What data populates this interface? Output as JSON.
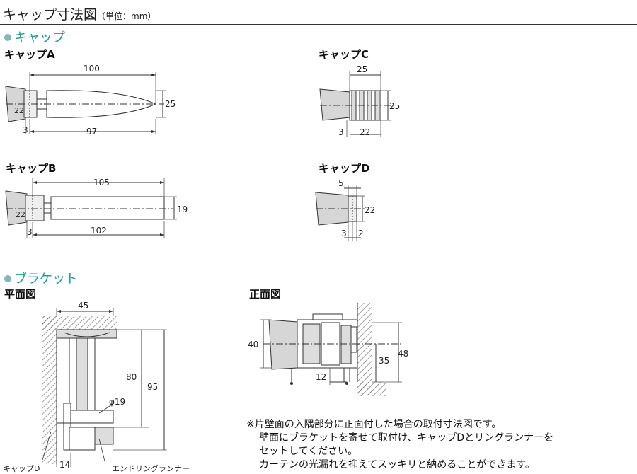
{
  "title": "キャップ寸法図",
  "title_unit": "（単位：mm）",
  "sections": {
    "cap": "キャップ",
    "bracket": "ブラケット"
  },
  "caps": {
    "a": {
      "label": "キャップA",
      "dims": {
        "total": "100",
        "height": "25",
        "collar": "22",
        "gap": "3",
        "length": "97"
      }
    },
    "b": {
      "label": "キャップB",
      "dims": {
        "total": "105",
        "height": "19",
        "collar": "22",
        "gap": "3",
        "length": "102"
      }
    },
    "c": {
      "label": "キャップC",
      "dims": {
        "total": "25",
        "height": "25",
        "gap": "3",
        "length": "22"
      }
    },
    "d": {
      "label": "キャップD",
      "dims": {
        "top": "5",
        "height": "22",
        "gap": "3",
        "length": "2"
      }
    }
  },
  "bracket": {
    "plan": {
      "label": "平面図",
      "dims": {
        "width": "45",
        "inner": "80",
        "outer": "95",
        "diameter": "φ19",
        "spacing": "14"
      },
      "callouts": {
        "cap_d": "キャップD",
        "end_ring": "エンドリングランナー"
      }
    },
    "front": {
      "label": "正面図",
      "dims": {
        "left": "40",
        "mid": "35",
        "right": "48",
        "bottom": "12"
      }
    }
  },
  "notes": [
    "※片壁面の入隅部分に正面付した場合の取付寸法図です。",
    "壁面にブラケットを寄せて取付け、キャップDとリングランナーを",
    "セットしてください。",
    "カーテンの光漏れを抑えてスッキリと納めることができます。"
  ]
}
